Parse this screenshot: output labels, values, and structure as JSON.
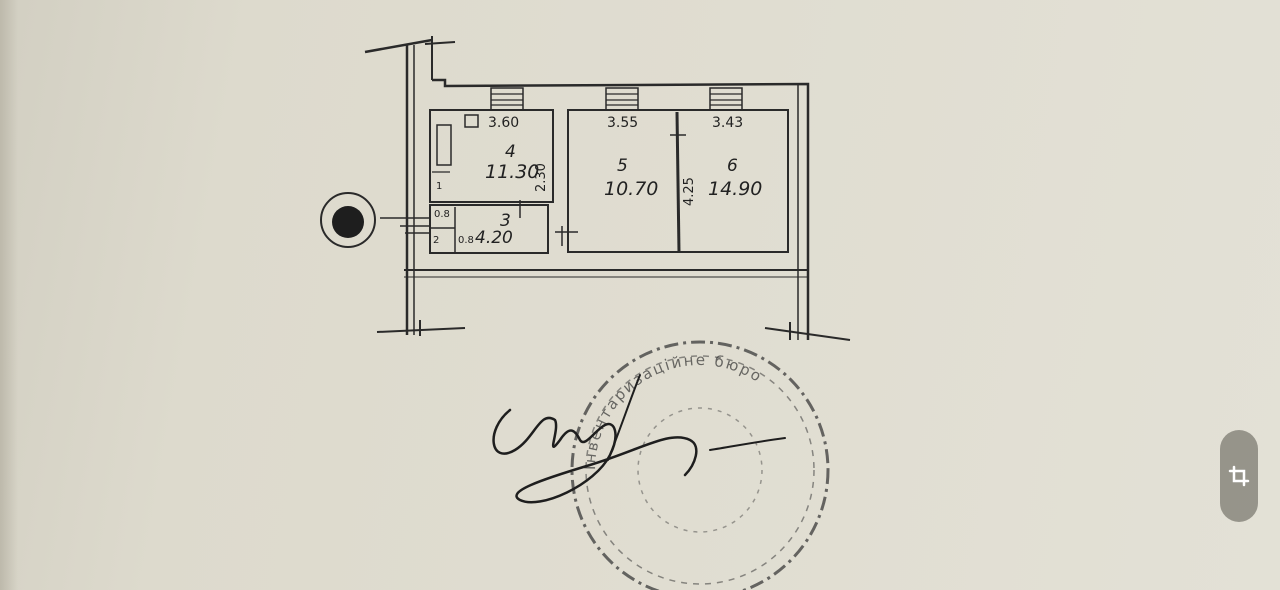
{
  "plan": {
    "rooms": [
      {
        "id": "4",
        "number": "4",
        "area": "11.30",
        "width": "3.60",
        "height": "2.30"
      },
      {
        "id": "5",
        "number": "5",
        "area": "10.70",
        "width": "3.55",
        "height": "4.25"
      },
      {
        "id": "6",
        "number": "6",
        "area": "14.90",
        "width": "3.43",
        "height": ""
      },
      {
        "id": "3",
        "number": "3",
        "area": "4.20",
        "width": "",
        "height": ""
      }
    ],
    "small_labels": {
      "l1": "1",
      "l2": "2",
      "l3": "0.8",
      "l4": "0.8"
    }
  },
  "stamp": {
    "text": "Інвентаризаційне бюро"
  },
  "ui": {
    "crop_button": "crop-icon"
  },
  "colors": {
    "ink": "#2a2a2a",
    "paper": "#e0ddd1",
    "stamp_ink": "#3a3a3a"
  }
}
